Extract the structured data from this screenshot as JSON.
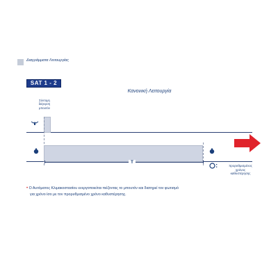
{
  "section": {
    "title": "Διαγράμματα Λειτουργίας"
  },
  "badge": {
    "label": "SAT 1 - 2"
  },
  "diagram": {
    "title": "Κανονική Λειτουργία",
    "button_annotation": [
      "Σύντομη",
      "διέγερση",
      "μπουτόν"
    ],
    "duration_label": "T",
    "delay_annotation": [
      "προρυθμισμένος",
      "χρόνος",
      "καθυστέρησης"
    ],
    "icons": {
      "button_row": "push-button-icon",
      "lamp_row": "lamp-bulb-icon",
      "lamp_off": "lamp-bulb-icon",
      "timer": "timer-icon",
      "arrow": "red-arrow-icon"
    },
    "colors": {
      "pulse_fill": "#cfd5e3",
      "arrow": "#e0232b",
      "text": "#1b3f7a",
      "badge": "#1e3c8c"
    }
  },
  "description": {
    "bullet": "•",
    "line1": "Ο Αυτόματος Κλιμακοστασίου ενεργοποιείται πιέζοντας το μπουτόν και διατηρεί τον φωτισμό",
    "line2": "για χρόνο ίσο με τον προρυθμισμένο χρόνο καθυστέρησης."
  }
}
